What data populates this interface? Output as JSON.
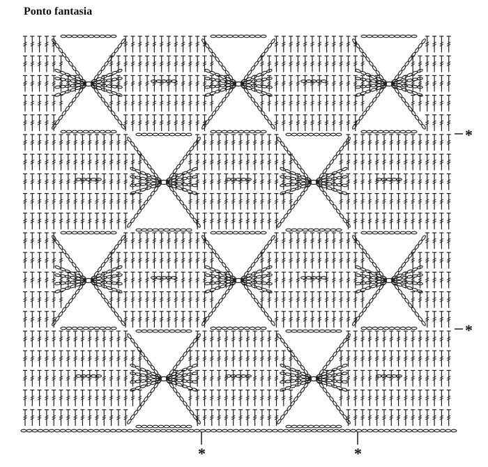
{
  "title": "Ponto fantasia",
  "markers": {
    "row_marker": "*",
    "bottom_marker": "*"
  },
  "colors": {
    "ink": "#1a1a1a",
    "background": "#ffffff"
  },
  "pattern": {
    "stitch_types": [
      "treble-crochet",
      "chain",
      "slip-stitch"
    ],
    "block_rows": 4,
    "motif": "bow-tie"
  }
}
